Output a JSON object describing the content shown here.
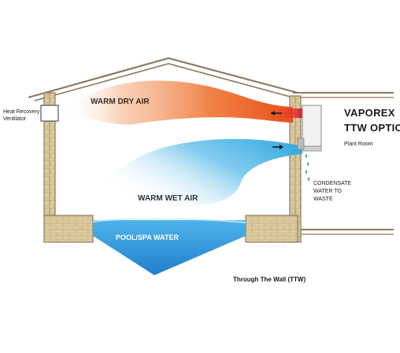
{
  "labels": {
    "heat_recovery_ventilator": "Heat Recovery\nVentilator",
    "warm_dry_air": "WARM DRY AIR",
    "warm_wet_air": "WARM WET AIR",
    "pool_spa_water": "POOL/SPA WATER",
    "product_line1": "VAPOREX",
    "product_line2": "TTW OPTION",
    "plant_room": "Plant Room",
    "condensate": "CONDENSATE\nWATER TO\nWASTE",
    "caption": "Through The Wall (TTW)"
  },
  "colors": {
    "house_outline": "#8a7a5c",
    "wall_brick": "#d6c49a",
    "warm_air": "#e8641f",
    "wet_air": "#3aaee0",
    "pool_water": "#2f8fd6",
    "duct_red": "#d81e2a"
  },
  "icons": [
    "arrow-left-icon",
    "arrow-right-icon",
    "water-drop-icon"
  ]
}
